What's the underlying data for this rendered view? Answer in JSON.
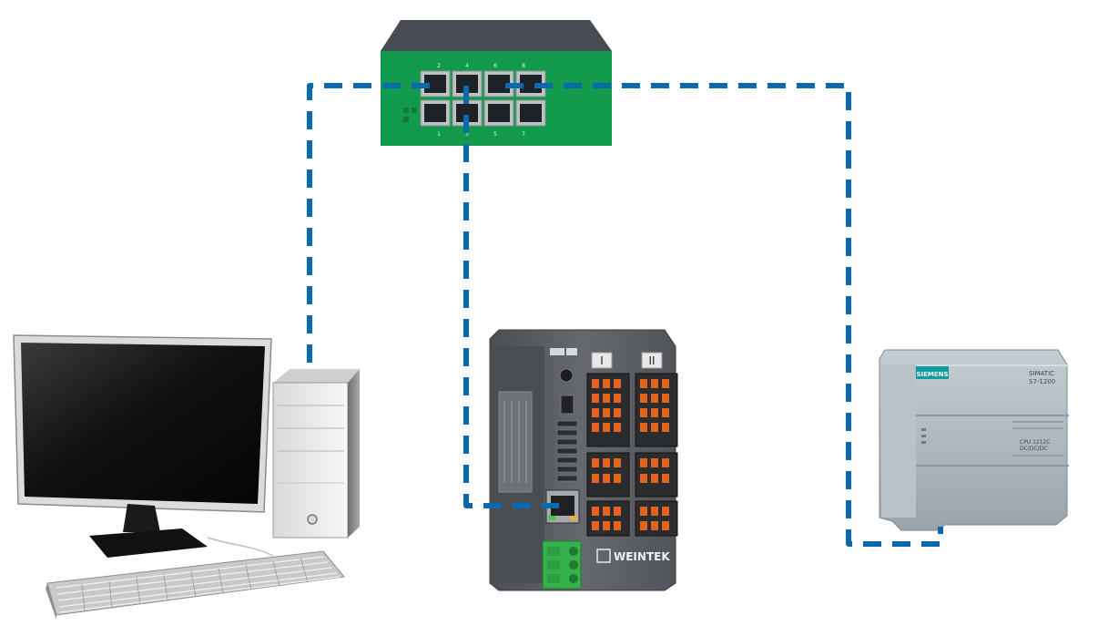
{
  "colors": {
    "cable": "#0a6aad",
    "switch_body": "#129a4c",
    "switch_top": "#4a4e55",
    "plc_body": "#a9b3b9",
    "siemens_teal": "#0f9b9b",
    "weintek_body": "#5a5e62"
  },
  "switch": {
    "port_top_labels": [
      "2",
      "4",
      "6",
      "8"
    ],
    "port_bottom_labels": [
      "1",
      "3",
      "5",
      "7"
    ]
  },
  "io_module": {
    "brand": "WEINTEK",
    "slot_labels": [
      "I",
      "II"
    ]
  },
  "plc": {
    "brand": "SIEMENS",
    "model_line1": "SIMATIC",
    "model_line2": "S7-1200",
    "cpu_line1": "CPU 1212C",
    "cpu_line2": "DC/DC/DC"
  },
  "links": [
    {
      "from": "desktop-pc",
      "to": "ethernet-switch",
      "style": "dashed"
    },
    {
      "from": "ethernet-switch",
      "to": "weintek-io-module",
      "style": "dashed"
    },
    {
      "from": "ethernet-switch",
      "to": "siemens-plc",
      "style": "dashed"
    }
  ]
}
